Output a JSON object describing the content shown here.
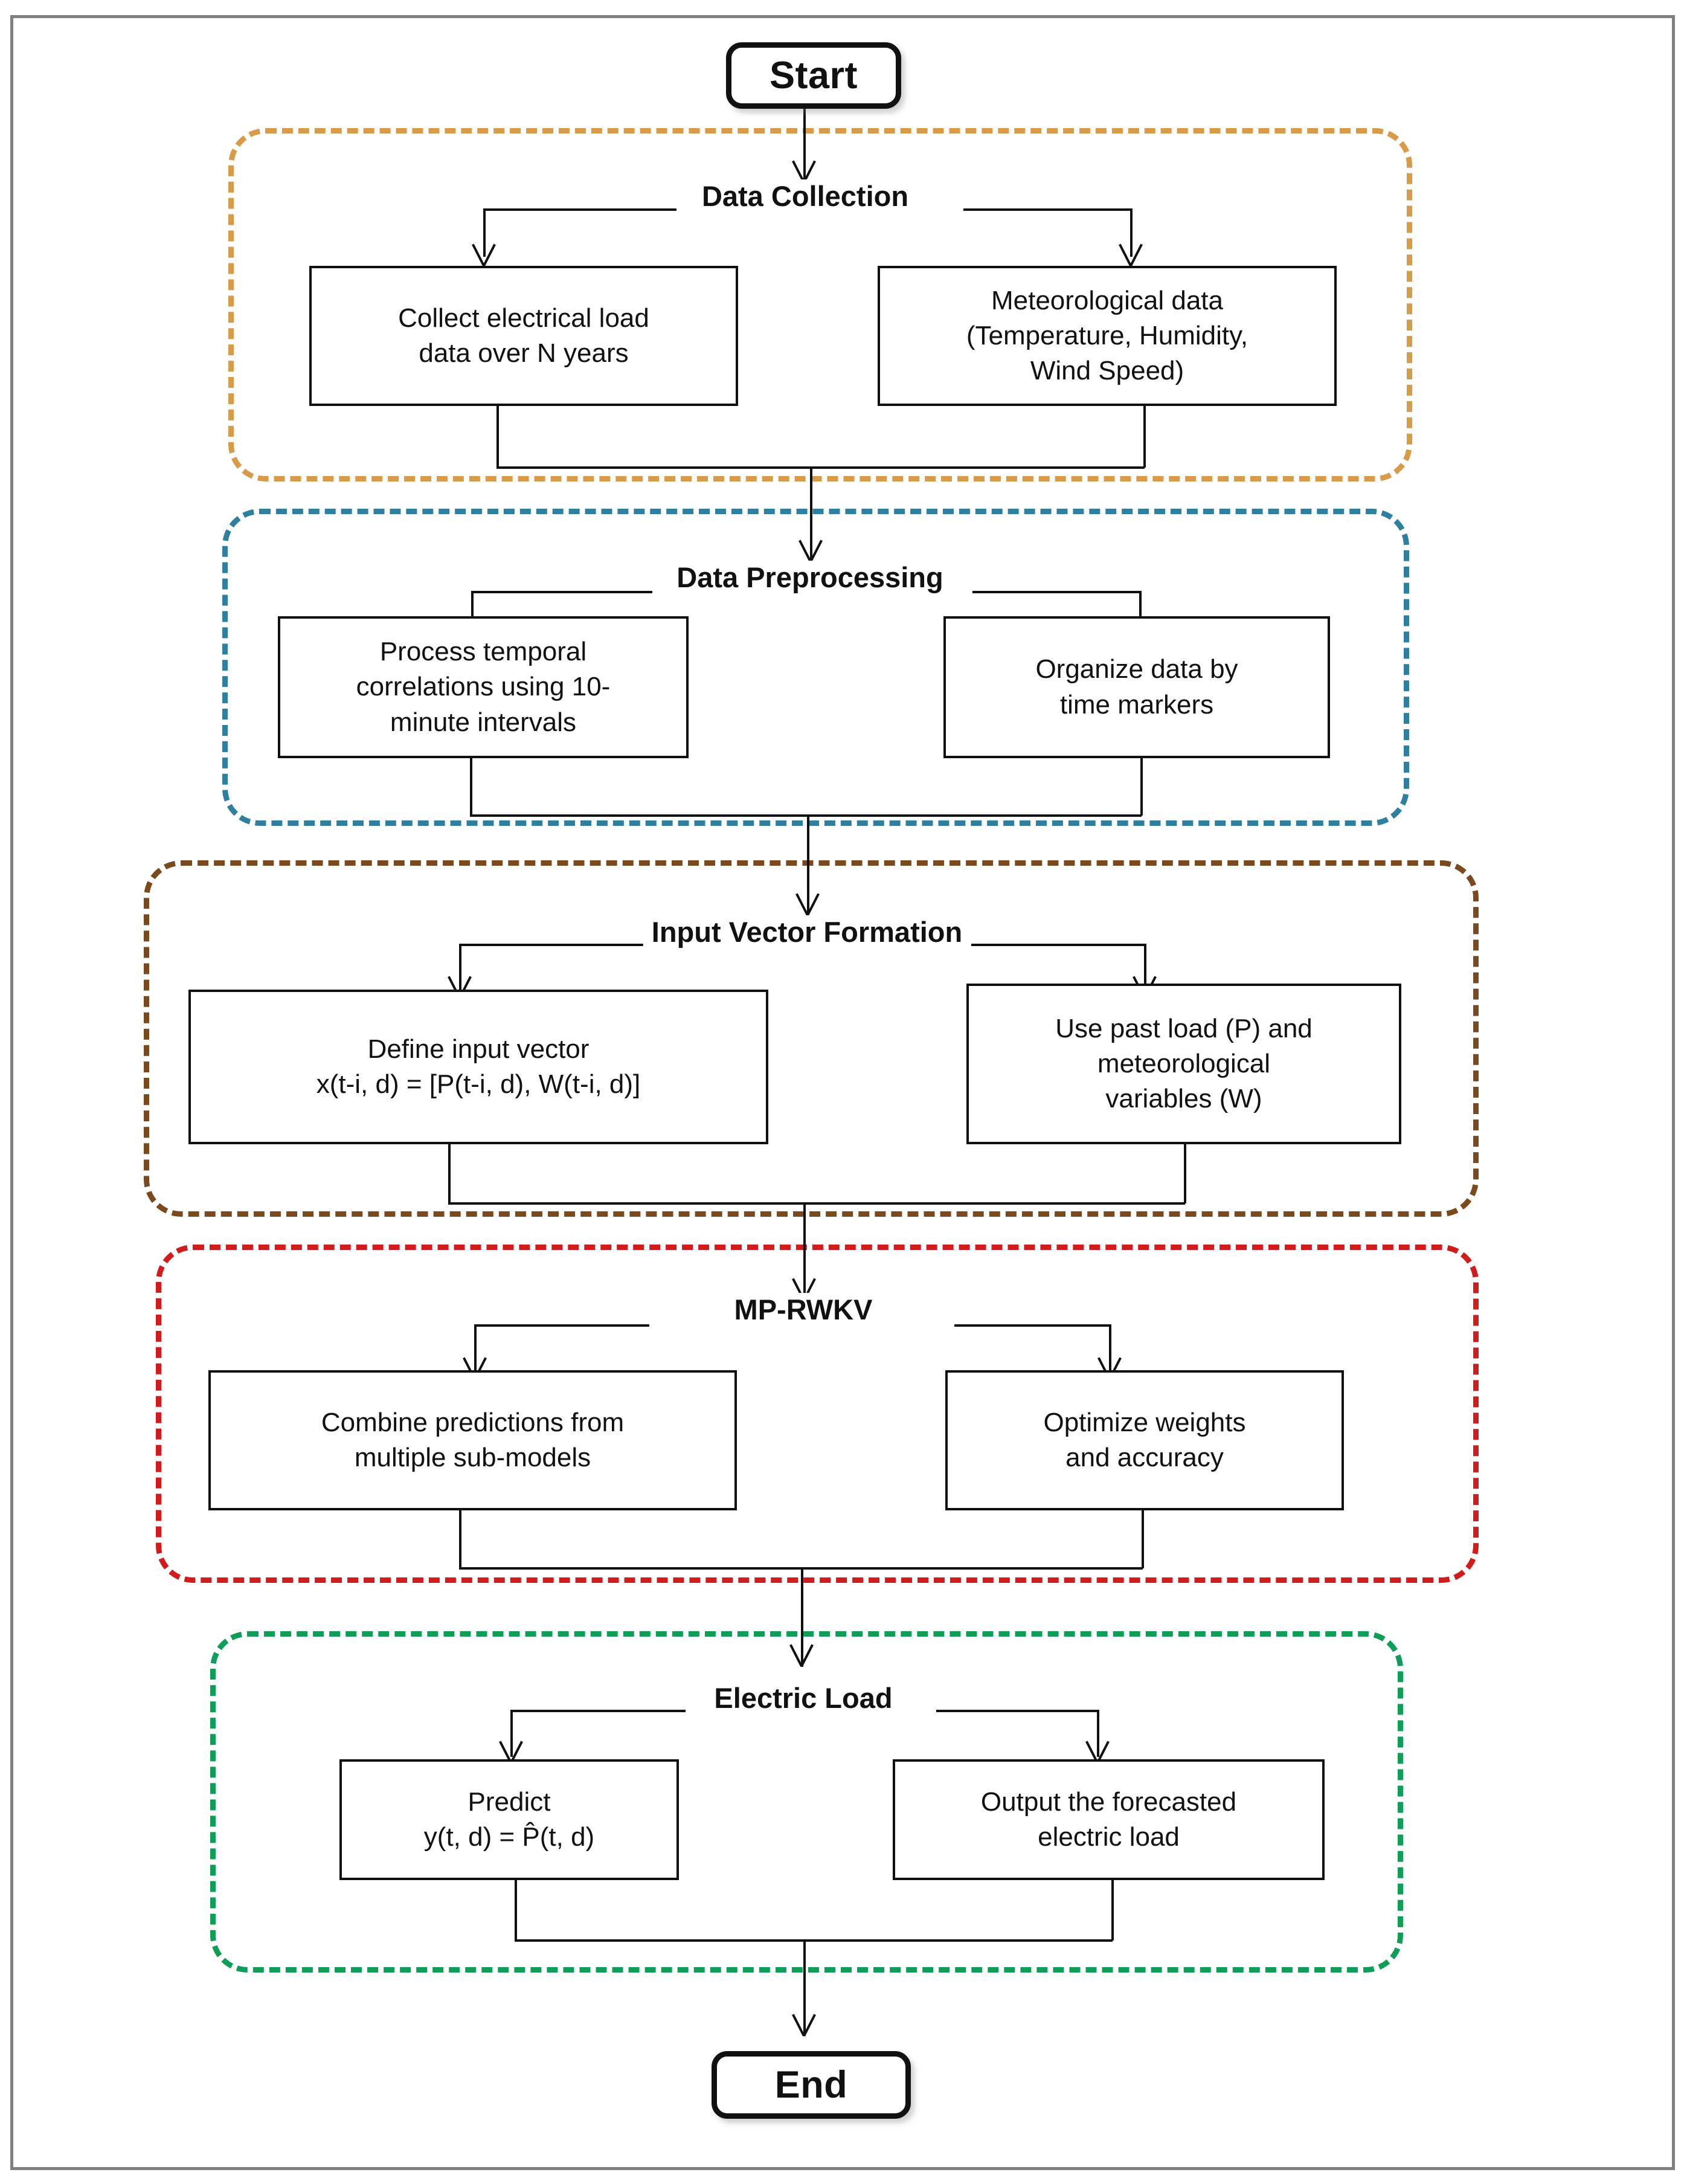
{
  "diagram": {
    "title": "Electric load forecasting workflow flowchart",
    "start_label": "Start",
    "end_label": "End",
    "colors": {
      "stage_data_collection": "#d79b4a",
      "stage_data_preprocessing": "#2f7f9e",
      "stage_input_vector_formation": "#7a4a1e",
      "stage_mp_rwkv": "#d01c1c",
      "stage_electric_load": "#0f9d58",
      "box_border": "#111111",
      "terminator_border": "#111111",
      "page_frame": "#808080"
    },
    "stages": [
      {
        "id": "data-collection",
        "title": "Data Collection",
        "accent": "#d79b4a",
        "boxes": [
          {
            "id": "collect-load",
            "text": "Collect electrical load\ndata over N years"
          },
          {
            "id": "meteorological-data",
            "text": "Meteorological data\n(Temperature, Humidity,\nWind Speed)"
          }
        ]
      },
      {
        "id": "data-preprocessing",
        "title": "Data Preprocessing",
        "accent": "#2f7f9e",
        "boxes": [
          {
            "id": "temporal-correlations",
            "text": "Process temporal\ncorrelations using 10-\nminute intervals"
          },
          {
            "id": "organize-time-markers",
            "text": "Organize data by\ntime markers"
          }
        ]
      },
      {
        "id": "input-vector-formation",
        "title": "Input Vector Formation",
        "accent": "#7a4a1e",
        "boxes": [
          {
            "id": "define-input-vector",
            "text": "Define input vector\nx(t-i, d) = [P(t-i, d), W(t-i, d)]"
          },
          {
            "id": "use-past-load",
            "text": "Use past load (P) and\nmeteorological\nvariables (W)"
          }
        ]
      },
      {
        "id": "mp-rwkv",
        "title": "MP-RWKV",
        "accent": "#d01c1c",
        "boxes": [
          {
            "id": "combine-predictions",
            "text": "Combine predictions from\nmultiple sub-models"
          },
          {
            "id": "optimize-weights",
            "text": "Optimize weights\nand accuracy"
          }
        ]
      },
      {
        "id": "electric-load",
        "title": "Electric Load",
        "accent": "#0f9d58",
        "boxes": [
          {
            "id": "predict",
            "text": "Predict\ny(t, d) = P̂(t, d)"
          },
          {
            "id": "output-forecast",
            "text": "Output the forecasted\nelectric load"
          }
        ]
      }
    ]
  }
}
